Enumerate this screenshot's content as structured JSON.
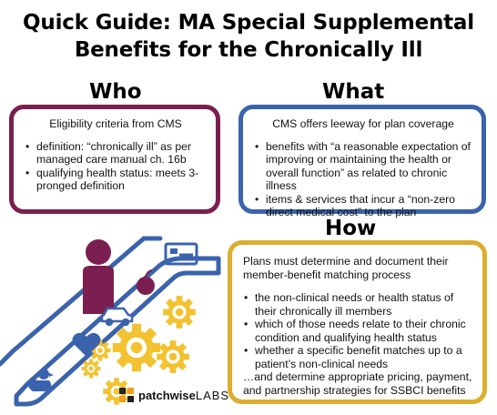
{
  "title": {
    "line1": "Quick Guide: MA Special Supplemental",
    "line2": "Benefits for the Chronically Ill"
  },
  "who": {
    "heading": "Who",
    "box_title": "Eligibility criteria from CMS",
    "bullets": [
      "definition: “chronically ill” as per managed care manual ch. 16b",
      "qualifying health status: meets 3-pronged definition"
    ]
  },
  "what": {
    "heading": "What",
    "box_title": "CMS offers leeway for plan coverage",
    "bullets": [
      "benefits with “a reasonable expectation of improving or maintaining the health or overall function” as related to chronic illness",
      "items & services that incur a “non-zero direct medical cost” to the plan"
    ]
  },
  "how": {
    "heading": "How",
    "box_title": "Plans must determine and document their member-benefit matching process",
    "bullets": [
      "the non-clinical needs or health status of their chronically ill members",
      "which of those needs relate to their chronic condition and qualifying health status",
      "whether a specific benefit matches up to a patient’s non-clinical needs"
    ],
    "tail": "…and determine appropriate pricing, payment, and partnership strategies for SSBCI benefits"
  },
  "logo": {
    "brand": "patchwise",
    "suffix": "LABS"
  },
  "colors": {
    "who_border": "#7a1f4f",
    "what_border": "#3b63ad",
    "how_border": "#dcae2e",
    "gear": "#f2c230",
    "escalator": "#3b63ad"
  },
  "icons": [
    "bed-icon",
    "apple-icon",
    "car-icon",
    "heart-icon",
    "duck-icon",
    "gear-icon",
    "person-icon",
    "escalator-icon"
  ]
}
